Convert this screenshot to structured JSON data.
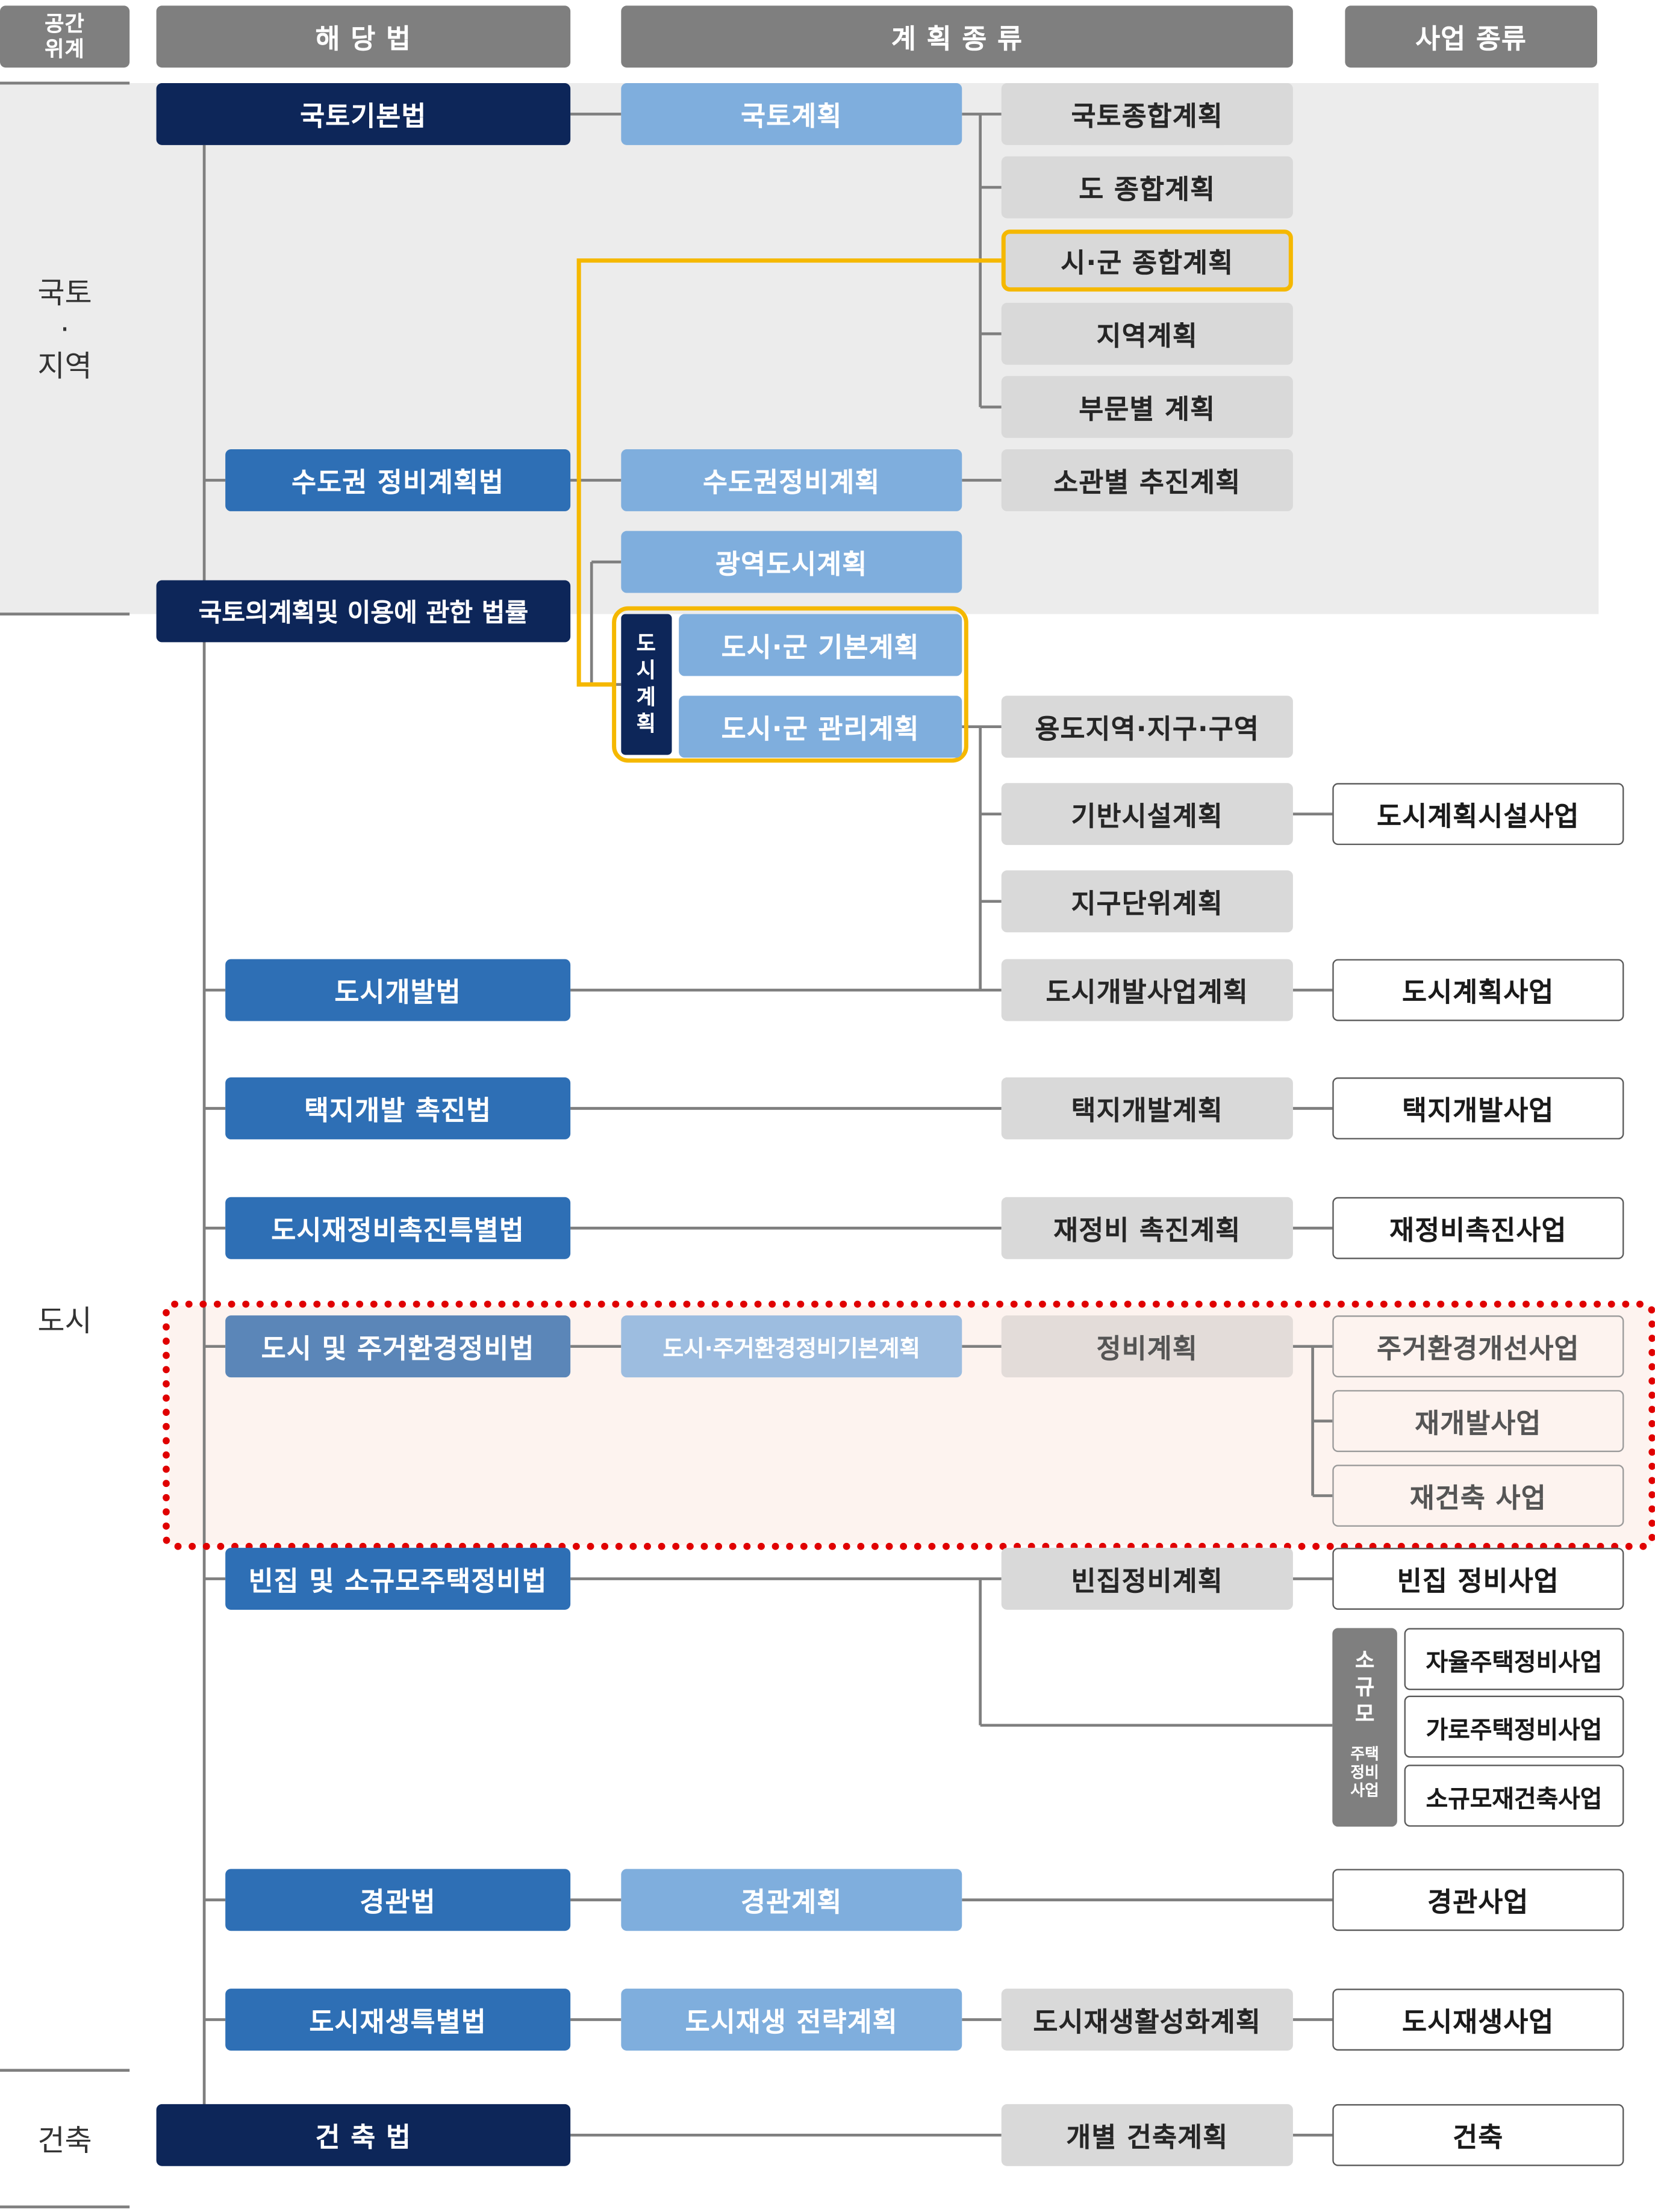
{
  "headers": {
    "space": "공간\n위계",
    "law": "해 당 법",
    "plan": "계 획 종 류",
    "business": "사업 종류"
  },
  "zones": {
    "national_region": "국토\n·\n지역",
    "city": "도시",
    "building": "건축"
  },
  "laws": {
    "basic": "국토기본법",
    "capital": "수도권 정비계획법",
    "land_use": "국토의계획및 이용에 관한 법률",
    "urban_dev": "도시개발법",
    "housing_site": "택지개발 촉진법",
    "renewal_promo": "도시재정비촉진특별법",
    "residential": "도시 및 주거환경정비법",
    "vacant": "빈집 및 소규모주택정비법",
    "landscape": "경관법",
    "regeneration": "도시재생특별법",
    "building": "건 축 법"
  },
  "plans": {
    "national": "국토계획",
    "capital": "수도권정비계획",
    "metro": "광역도시계획",
    "city_group": "도\n시\n계\n획",
    "city_basic": "도시·군 기본계획",
    "city_mgmt": "도시·군 관리계획",
    "residential_basic": "도시·주거환경정비기본계획",
    "landscape": "경관계획",
    "regeneration": "도시재생 전략계획"
  },
  "subplans": {
    "national_comp": "국토종합계획",
    "province": "도 종합계획",
    "city_county": "시·군 종합계획",
    "regional": "지역계획",
    "sector": "부문별 계획",
    "by_ministry": "소관별 추진계획",
    "zoning": "용도지역·지구·구역",
    "infra": "기반시설계획",
    "district": "지구단위계획",
    "urban_dev": "도시개발사업계획",
    "housing_site": "택지개발계획",
    "renewal_promo": "재정비 촉진계획",
    "maintenance": "정비계획",
    "vacant": "빈집정비계획",
    "regeneration": "도시재생활성화계획",
    "building": "개별 건축계획"
  },
  "businesses": {
    "facility": "도시계획시설사업",
    "urban": "도시계획사업",
    "housing_site": "택지개발사업",
    "renewal_promo": "재정비촉진사업",
    "residential_env": "주거환경개선사업",
    "redevelopment": "재개발사업",
    "reconstruction": "재건축 사업",
    "vacant": "빈집 정비사업",
    "small_group_title": "소\n규\n모",
    "small_group_sub": "주택\n정비\n사업",
    "autonomous": "자율주택정비사업",
    "street": "가로주택정비사업",
    "small_recon": "소규모재건축사업",
    "landscape": "경관사업",
    "regeneration": "도시재생사업",
    "building": "건축"
  },
  "colors": {
    "header_gray": "#7f7f7f",
    "law_dark": "#0d2659",
    "law_mid": "#2e6fb5",
    "plan_light": "#7faedd",
    "subplan_gray": "#d9d9d9",
    "highlight_yellow": "#f5b800",
    "highlight_red": "#e00000",
    "zone_gray": "#ececec",
    "zone_pink": "#fdf3ef"
  }
}
